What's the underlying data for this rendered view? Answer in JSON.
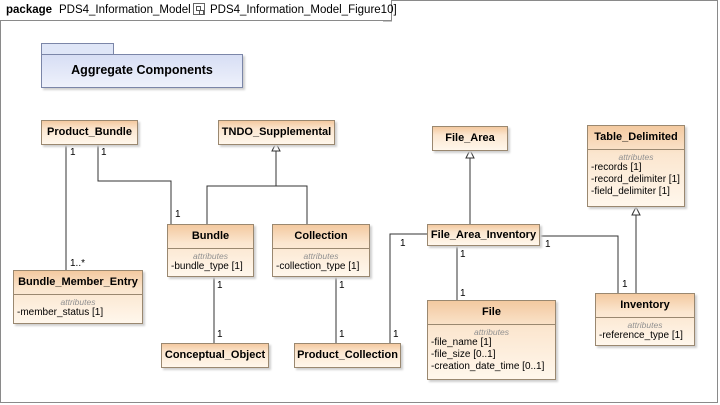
{
  "header": {
    "keyword": "package",
    "package_name": "PDS4_Information_Model",
    "diagram_name": "PDS4_Information_Model_Figure10]"
  },
  "package_element": {
    "name": "Aggregate Components"
  },
  "classes": {
    "product_bundle": {
      "name": "Product_Bundle"
    },
    "tndo_supplemental": {
      "name": "TNDO_Supplemental"
    },
    "file_area": {
      "name": "File_Area"
    },
    "table_delimited": {
      "name": "Table_Delimited",
      "stereotype": "attributes",
      "attributes": [
        "-records [1]",
        "-record_delimiter [1]",
        "-field_delimiter [1]"
      ]
    },
    "bundle": {
      "name": "Bundle",
      "stereotype": "attributes",
      "attributes": [
        "-bundle_type [1]"
      ]
    },
    "collection": {
      "name": "Collection",
      "stereotype": "attributes",
      "attributes": [
        "-collection_type [1]"
      ]
    },
    "file_area_inventory": {
      "name": "File_Area_Inventory"
    },
    "bundle_member_entry": {
      "name": "Bundle_Member_Entry",
      "stereotype": "attributes",
      "attributes": [
        "-member_status [1]"
      ]
    },
    "file": {
      "name": "File",
      "stereotype": "attributes",
      "attributes": [
        "-file_name [1]",
        "-file_size [0..1]",
        "-creation_date_time [0..1]"
      ]
    },
    "inventory": {
      "name": "Inventory",
      "stereotype": "attributes",
      "attributes": [
        "-reference_type [1]"
      ]
    },
    "conceptual_object": {
      "name": "Conceptual_Object"
    },
    "product_collection": {
      "name": "Product_Collection"
    }
  },
  "multiplicities": {
    "pb_bme_source": "1",
    "pb_bme_target": "1..*",
    "pb_bundle_source": "1",
    "pb_bundle_target": "1",
    "bundle_co_source": "1",
    "bundle_co_target": "1",
    "collection_pc_source": "1",
    "collection_pc_target": "1",
    "fai_pc_source": "1",
    "fai_pc_target": "1",
    "fai_file_source": "1",
    "fai_file_target": "1",
    "fai_inv_source": "1",
    "fai_inv_target": "1"
  }
}
